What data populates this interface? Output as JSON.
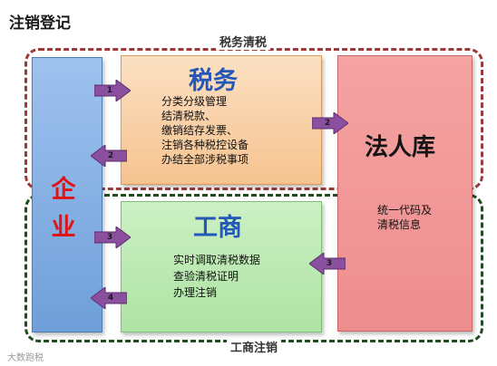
{
  "title": "注销登记",
  "regions": {
    "top_label": "税务清税",
    "bottom_label": "工商注销"
  },
  "enterprise": {
    "title_line1": "企",
    "title_line2": "业"
  },
  "tax": {
    "title": "税务",
    "items": [
      "分类分级管理",
      "结清税款、",
      "缴销结存发票、",
      "注销各种税控设备",
      "办结全部涉税事项"
    ]
  },
  "legal_db": {
    "title": "法人库",
    "body_line1": "统一代码及",
    "body_line2": "清税信息"
  },
  "commerce": {
    "title": "工商",
    "items": [
      "实时调取清税数据",
      "查验清税证明",
      "办理注销"
    ]
  },
  "arrows": {
    "a1": "1",
    "a2_left": "2",
    "a2_right": "2",
    "a3_right": "3",
    "a3_left": "3",
    "a4": "4"
  },
  "watermark": "大数跑税",
  "colors": {
    "enterprise": "#8ab2e6",
    "tax": "#f8d1a8",
    "legal_db": "#f29999",
    "commerce": "#bfeab6",
    "arrow": "#8a4f9e",
    "title_blue": "#2357b8",
    "title_red": "#e01414"
  }
}
